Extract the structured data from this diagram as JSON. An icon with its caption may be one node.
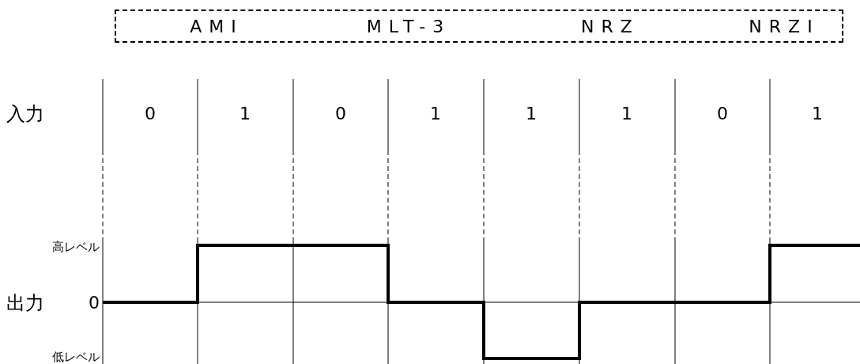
{
  "diagram": {
    "nodes": [
      {
        "text": [
          "AMI",
          "MLT-3",
          "NRZ",
          "NRZI"
        ]
      }
    ],
    "edges": [],
    "labels": [
      "入力",
      "0",
      "1",
      "0",
      "1",
      "1",
      "1",
      "0",
      "1",
      "高レベル",
      "出力",
      "0",
      "低レベル"
    ]
  }
}
